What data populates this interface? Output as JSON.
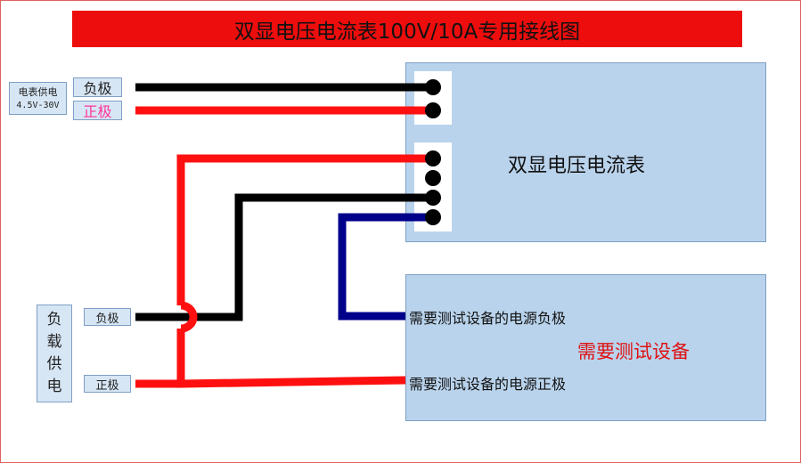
{
  "title": "双显电压电流表100V/10A专用接线图",
  "meter_power": {
    "label": "电表供电",
    "range": "4.5V-30V",
    "negative": "负极",
    "positive": "正极"
  },
  "meter": {
    "label": "双显电压电流表"
  },
  "load_supply": {
    "label_chars": [
      "负",
      "载",
      "供",
      "电"
    ],
    "negative": "负极",
    "positive": "正极"
  },
  "device": {
    "label": "需要测试设备",
    "negative_line": "需要测试设备的电源负极",
    "positive_line": "需要测试设备的电源正极"
  },
  "colors": {
    "title_bg": "#ee0d0d",
    "box_fill": "#b9d3ec",
    "wire_black": "#000000",
    "wire_red": "#ff1010",
    "wire_blue": "#00008b",
    "positive_text": "#ff3399",
    "device_label": "#e01010"
  }
}
